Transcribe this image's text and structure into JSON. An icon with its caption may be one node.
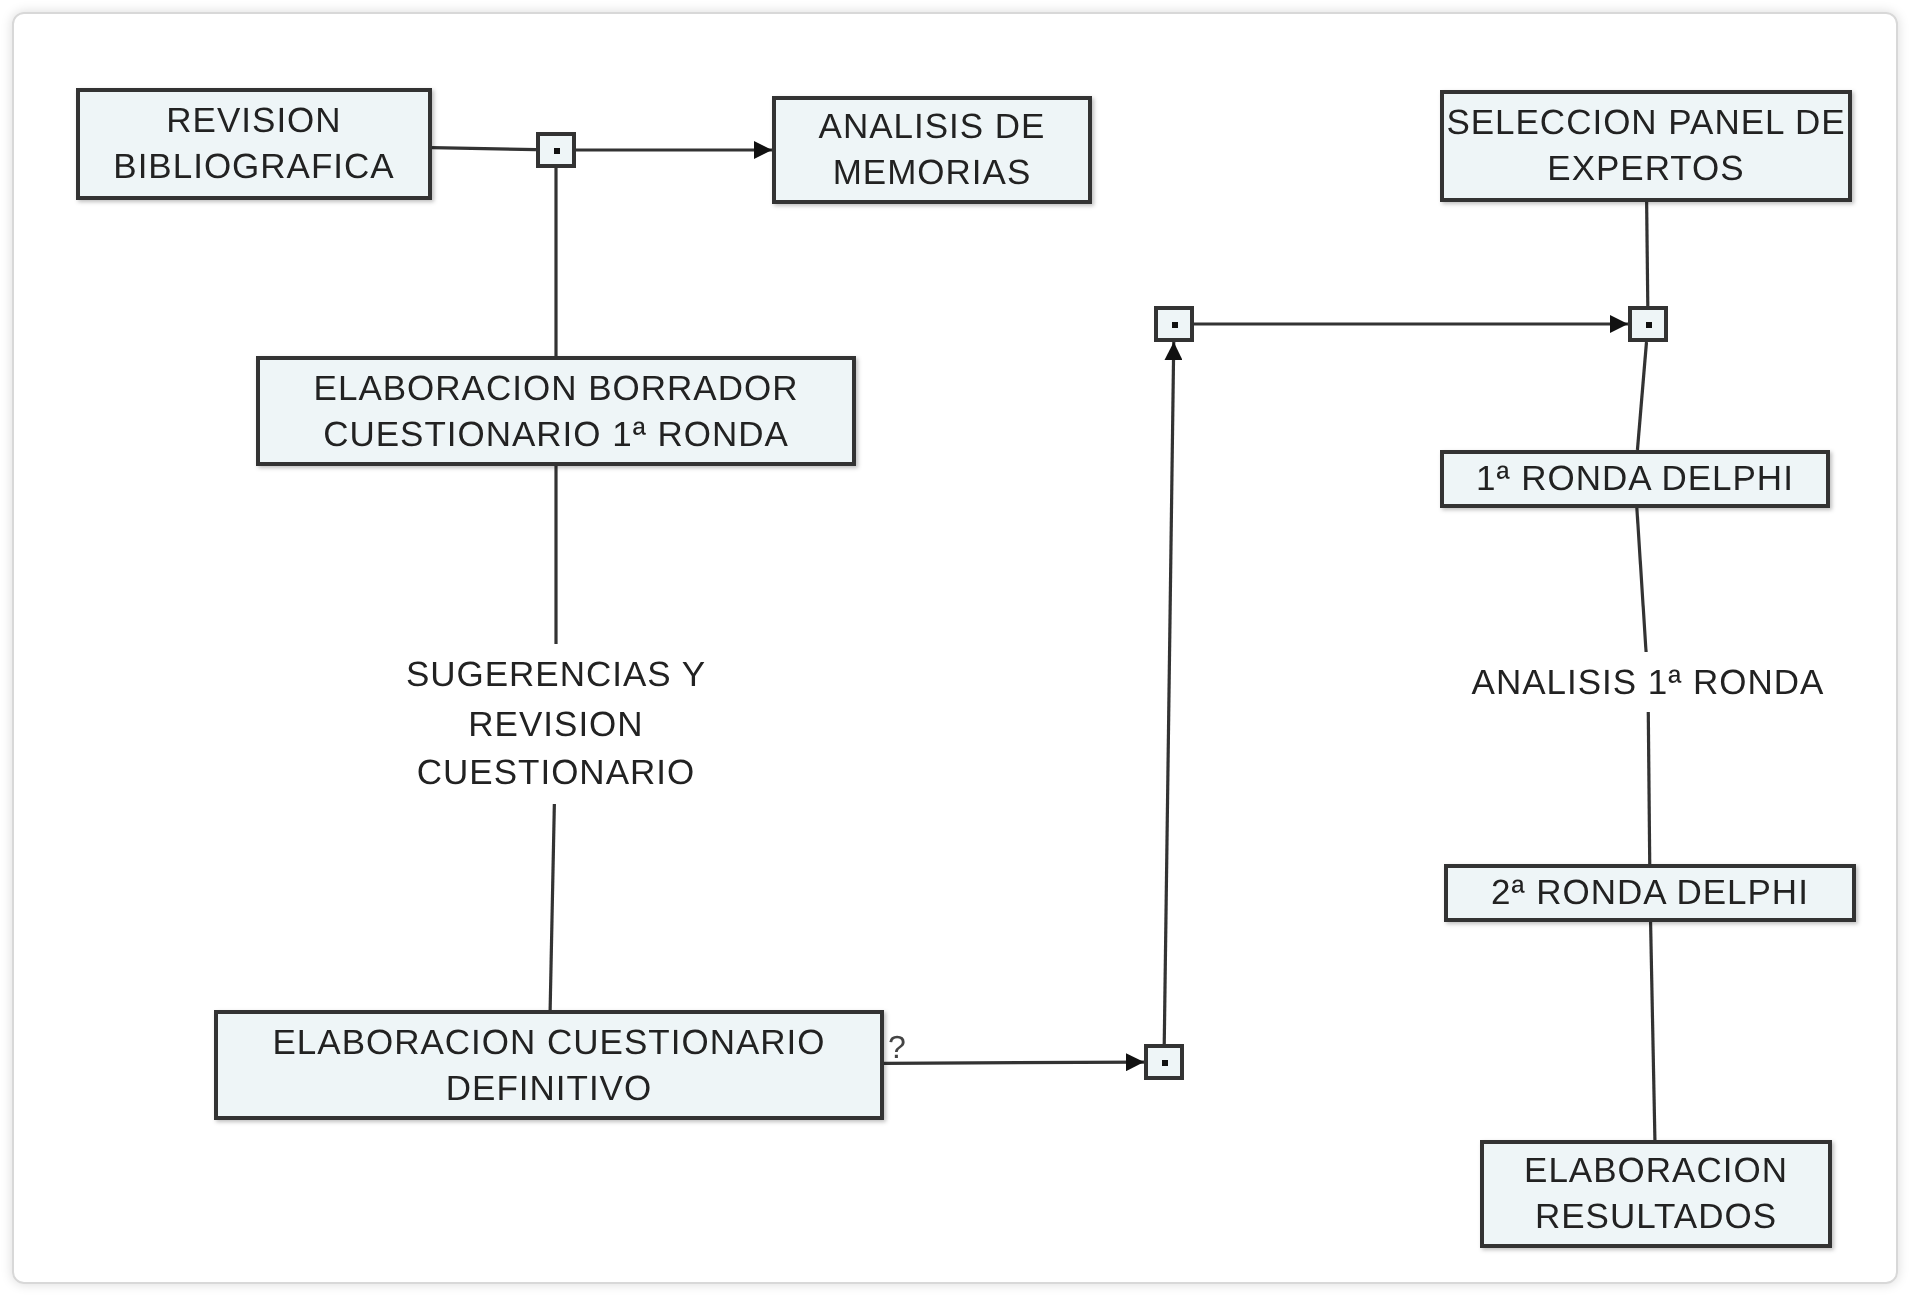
{
  "diagram": {
    "nodes": [
      {
        "text": [
          "REVISION BIBLIOGRAFICA"
        ]
      },
      {
        "text": [],
        "shape": "box"
      },
      {
        "text": [
          "ANALISIS DE MEMORIAS"
        ]
      },
      {
        "text": [
          "ELABORACION BORRADOR CUESTIONARIO 1ª RONDA"
        ]
      },
      {
        "text": [
          "SUGERENCIAS Y REVISION CUESTIONARIO"
        ]
      },
      {
        "text": [
          "ELABORACION CUESTIONARIO DEFINITIVO"
        ],
        "beside": [
          "?"
        ]
      },
      {
        "text": [],
        "shape": "box"
      },
      {
        "text": [],
        "shape": "box"
      },
      {
        "text": [
          "SELECCION PANEL DE EXPERTOS"
        ]
      },
      {
        "text": [],
        "shape": "box"
      },
      {
        "text": [
          "1ª RONDA DELPHI"
        ]
      },
      {
        "text": [
          "ANALISIS 1ª RONDA"
        ]
      },
      {
        "text": [
          "2ª RONDA DELPHI"
        ]
      },
      {
        "text": [
          "ELABORACION RESULTADOS"
        ]
      }
    ],
    "edges": [
      {
        "from": 0,
        "to": 1,
        "arrow": "none"
      },
      {
        "from": 1,
        "to": 2,
        "arrow": "to"
      },
      {
        "from": 1,
        "to": 3,
        "arrow": "none"
      },
      {
        "from": 3,
        "to": 4,
        "arrow": "none"
      },
      {
        "from": 4,
        "to": 5,
        "arrow": "none"
      },
      {
        "from": 5,
        "to": 6,
        "arrow": "to"
      },
      {
        "from": 6,
        "to": 7,
        "arrow": "to"
      },
      {
        "from": 7,
        "to": 9,
        "arrow": "to"
      },
      {
        "from": 8,
        "to": 9,
        "arrow": "none"
      },
      {
        "from": 9,
        "to": 10,
        "arrow": "none"
      },
      {
        "from": 10,
        "to": 11,
        "arrow": "none"
      },
      {
        "from": 11,
        "to": 12,
        "arrow": "none"
      },
      {
        "from": 12,
        "to": 13,
        "arrow": "none"
      }
    ]
  }
}
